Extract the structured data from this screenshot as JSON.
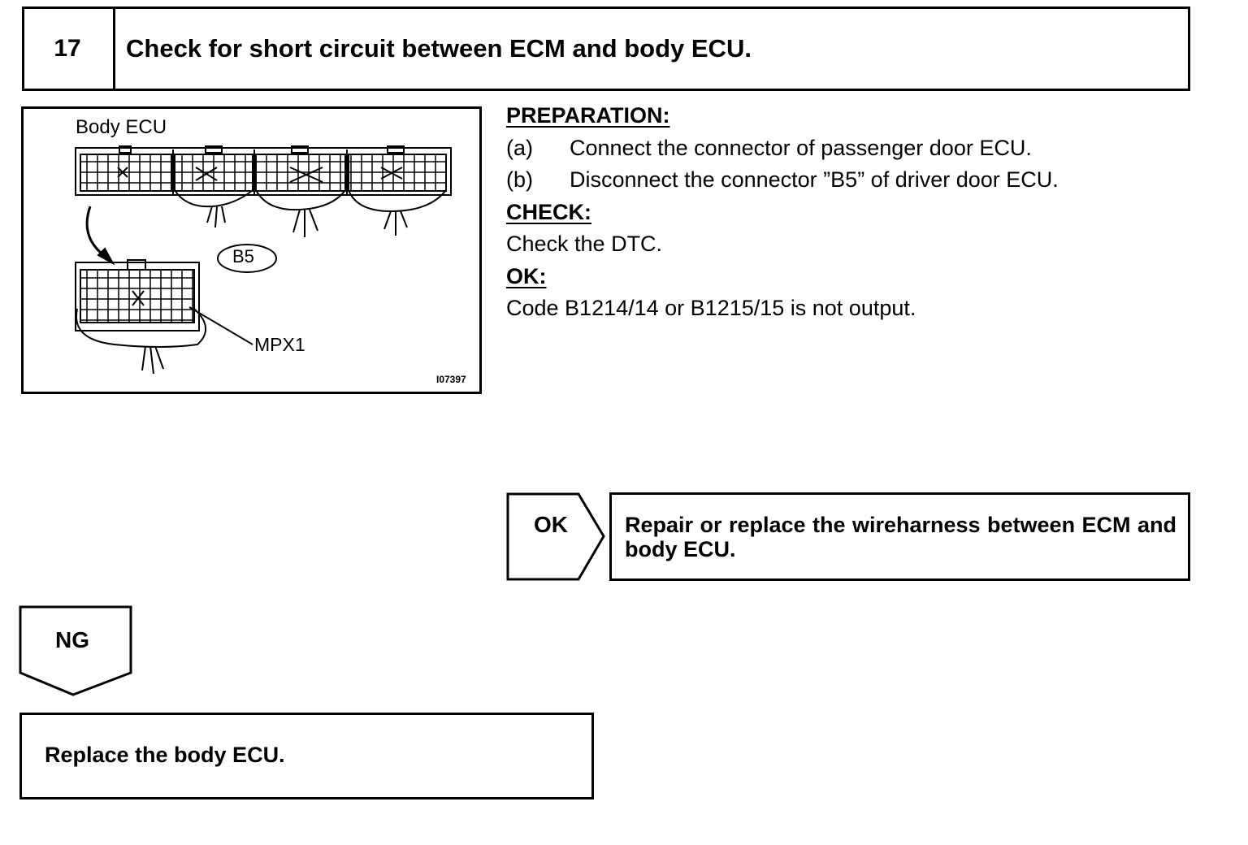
{
  "step": {
    "number": "17",
    "title": "Check for short circuit between ECM and body ECU."
  },
  "figure": {
    "body_ecu_label": "Body ECU",
    "connector_tag": "B5",
    "terminal_label": "MPX1",
    "figure_id": "I07397"
  },
  "preparation": {
    "heading": "PREPARATION:",
    "items": [
      {
        "marker": "(a)",
        "text": "Connect the connector of passenger door ECU."
      },
      {
        "marker": "(b)",
        "text": "Disconnect the connector ”B5” of driver door ECU."
      }
    ]
  },
  "check": {
    "heading": "CHECK:",
    "text": "Check the DTC."
  },
  "ok_spec": {
    "heading": "OK:",
    "text": "Code B1214/14 or B1215/15 is not output."
  },
  "ok_branch": {
    "label": "OK",
    "action": "Repair or replace the wireharness between ECM and body ECU."
  },
  "ng_branch": {
    "label": "NG",
    "action": "Replace the body ECU."
  }
}
